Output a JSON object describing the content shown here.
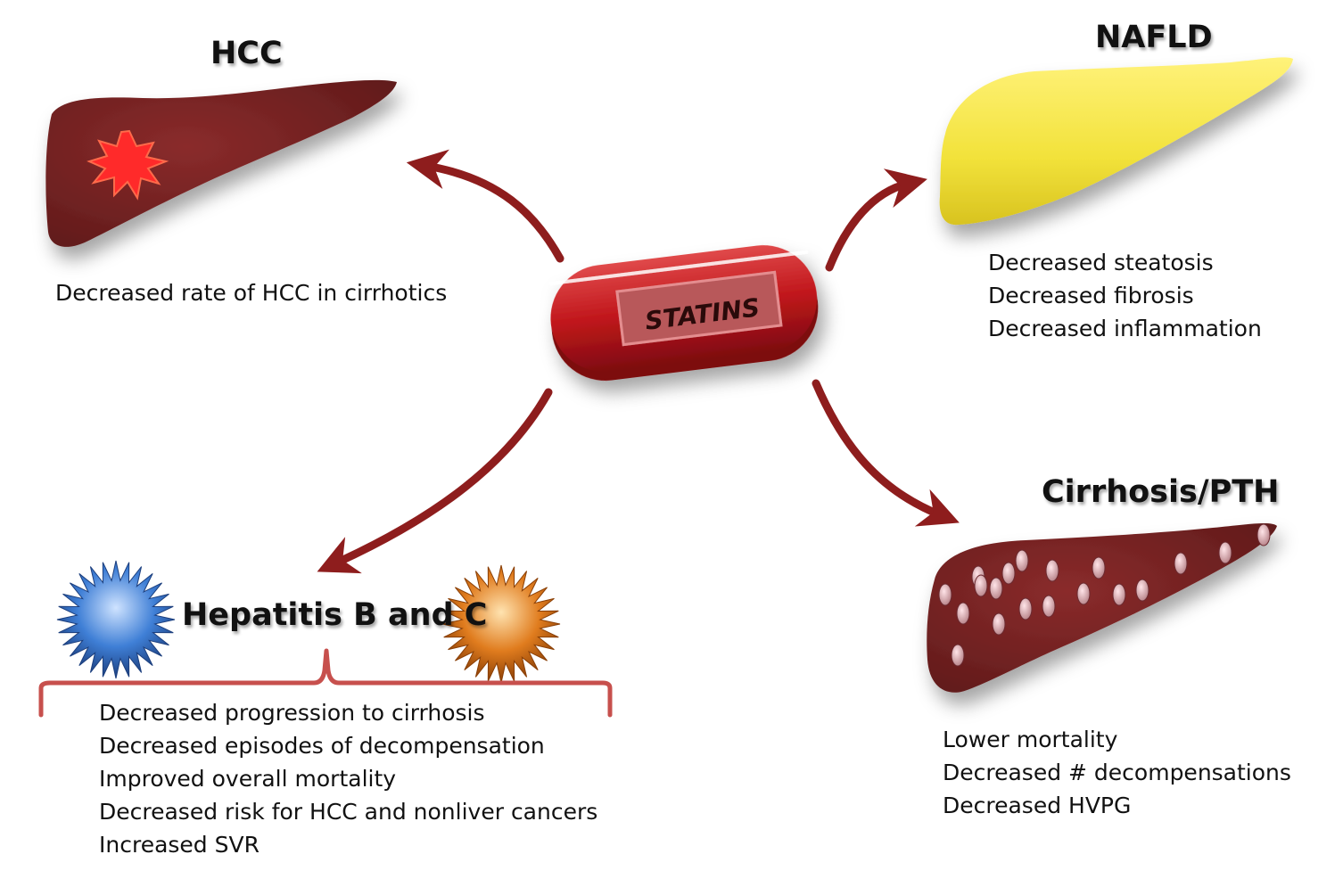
{
  "center": {
    "label": "STATINS"
  },
  "hcc": {
    "title": "HCC",
    "effects": [
      "Decreased rate of HCC in cirrhotics"
    ]
  },
  "nafld": {
    "title": "NAFLD",
    "effects": [
      "Decreased steatosis",
      "Decreased fibrosis",
      "Decreased inflammation"
    ]
  },
  "cirrhosis": {
    "title": "Cirrhosis/PTH",
    "effects": [
      "Lower mortality",
      "Decreased # decompensations",
      "Decreased HVPG"
    ]
  },
  "hepatitis": {
    "title": "Hepatitis B and C",
    "effects": [
      "Decreased progression to cirrhosis",
      "Decreased episodes of decompensation",
      "Improved overall mortality",
      "Decreased risk for HCC and nonliver cancers",
      "Increased SVR"
    ]
  },
  "colors": {
    "liver": "#7a2424",
    "fatty_liver": "#f2e23a",
    "pill": "#c0161b",
    "arrow": "#8e1d1d",
    "tumor": "#ff2a2a",
    "virus_b": "#3f7fd6",
    "virus_c": "#e07c1e",
    "bracket": "#c7504d"
  }
}
